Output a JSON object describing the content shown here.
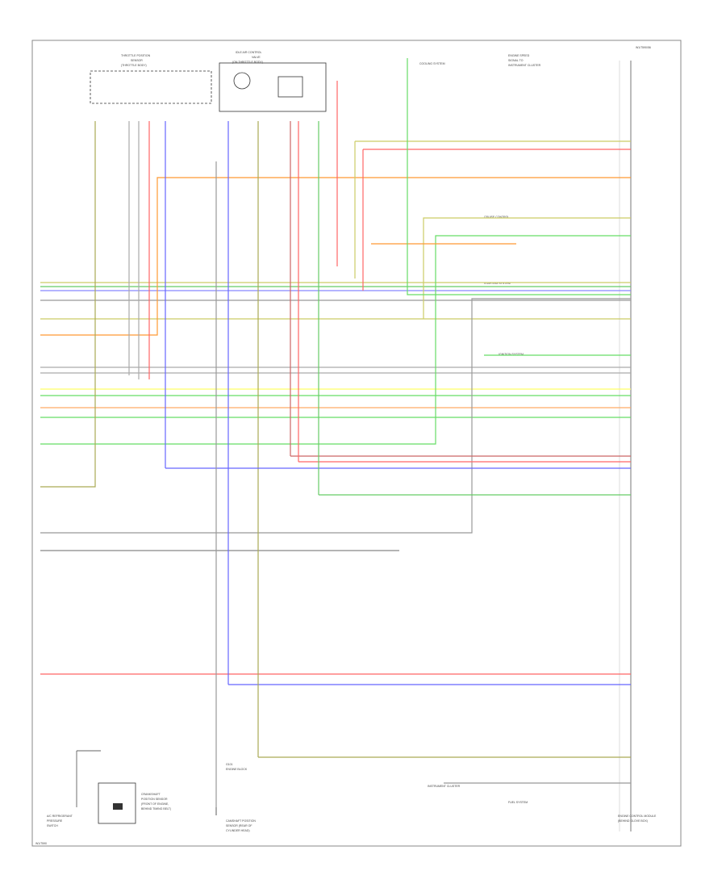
{
  "diagram": {
    "footer_code": "W1/7590",
    "corner_code": "W1/7590/56",
    "components": {
      "ecu_label": [
        "ENGINE CONTROL MODULE",
        "(BEHIND GLOVE BOX)"
      ],
      "crank_sensor_label": [
        "CRANKSHAFT",
        "POSITION SENSOR",
        "(FRONT OF ENGINE,",
        "BEHIND TIMING BELT)"
      ],
      "throttle_switch_label": [
        "THROTTLE POSITION",
        "SENSOR",
        "(THROTTLE BODY)"
      ],
      "idle_air_label": [
        "IDLE AIR CONTROL",
        "VALVE",
        "(ON THROTTLE BODY)"
      ],
      "cam_sensor_label": [
        "CAMSHAFT POSITION",
        "SENSOR (REAR OF",
        "CYLINDER HEAD)"
      ],
      "ground_label": [
        "G101",
        "ENGINE BLOCK"
      ],
      "top_right_label": [
        "ENGINE SPEED",
        "SIGNAL TO",
        "INSTRUMENT CLUSTER"
      ],
      "left_bottom_label": [
        "A/C REFRIGERANT",
        "PRESSURE",
        "SWITCH"
      ],
      "side_refs": [
        "STARTING SYSTEM",
        "CRUISE CONTROL",
        "IGNITION SYSTEM",
        "INSTRUMENT CLUSTER",
        "FUEL SYSTEM",
        "COOLING SYSTEM"
      ]
    }
  }
}
